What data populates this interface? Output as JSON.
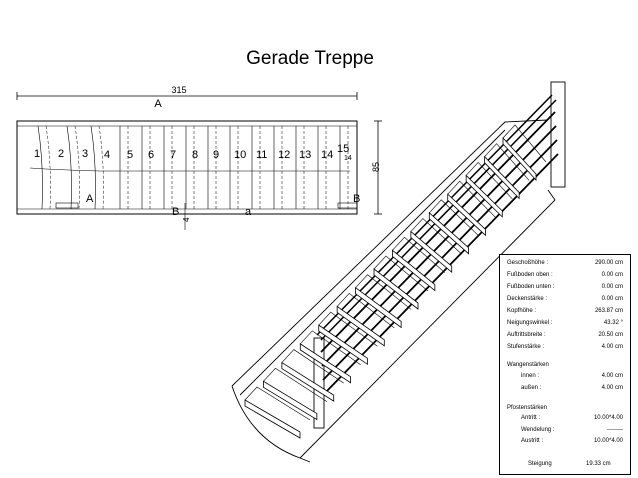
{
  "title": "Gerade Treppe",
  "plan": {
    "dim_length": "315",
    "dim_width": "85",
    "dim_small": "4",
    "label_A_top": "A",
    "label_A": "A",
    "label_B": "B",
    "label_B_right": "B",
    "label_a": "a",
    "step_numbers": [
      "1",
      "2",
      "3",
      "4",
      "5",
      "6",
      "7",
      "8",
      "9",
      "10",
      "11",
      "12",
      "13",
      "14",
      "15"
    ],
    "last_tread_label": "14"
  },
  "spec": {
    "rows": [
      {
        "label": "Geschoßhöhe :",
        "value": "290.00 cm"
      },
      {
        "label": "Fußboden oben :",
        "value": "0.00 cm"
      },
      {
        "label": "Fußboden unten :",
        "value": "0.00 cm"
      },
      {
        "label": "Deckenstärke :",
        "value": "0.00 cm"
      },
      {
        "label": "Kopfhöhe :",
        "value": "263.87 cm"
      },
      {
        "label": "Neigungswinkel :",
        "value": "43.32 °"
      },
      {
        "label": "Auftrittsbreite :",
        "value": "20.50 cm"
      },
      {
        "label": "Stufenstärke :",
        "value": "4.00 cm"
      }
    ],
    "wangen_header": "Wangenstärken",
    "wangen": [
      {
        "label": "innen :",
        "value": "4.00 cm"
      },
      {
        "label": "außen :",
        "value": "4.00 cm"
      }
    ],
    "pfosten_header": "Pfostenstärken",
    "pfosten": [
      {
        "label": "Antritt :",
        "value": "10.00*4.00"
      },
      {
        "label": "Wendelung :",
        "value": "--------"
      },
      {
        "label": "Austritt :",
        "value": "10.00*4.00"
      }
    ],
    "steigung_label": "Steigung",
    "steigung_value": "19.33 cm"
  }
}
